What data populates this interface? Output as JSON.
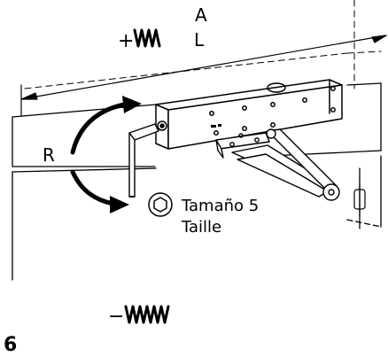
{
  "labels": {
    "top_letter": "A",
    "length_letter": "L",
    "plus_sign": "+",
    "minus_sign": "−",
    "rotation_letter": "R",
    "size_line1": "Tamaño 5",
    "size_line2": "Taille",
    "step_number": "6"
  },
  "icons": {
    "spring_increase": "spring-zigzag-icon",
    "spring_decrease": "spring-zigzag-icon",
    "hex_key": "hex-socket-icon",
    "rotate_arrows": "curved-arrow-icon"
  }
}
